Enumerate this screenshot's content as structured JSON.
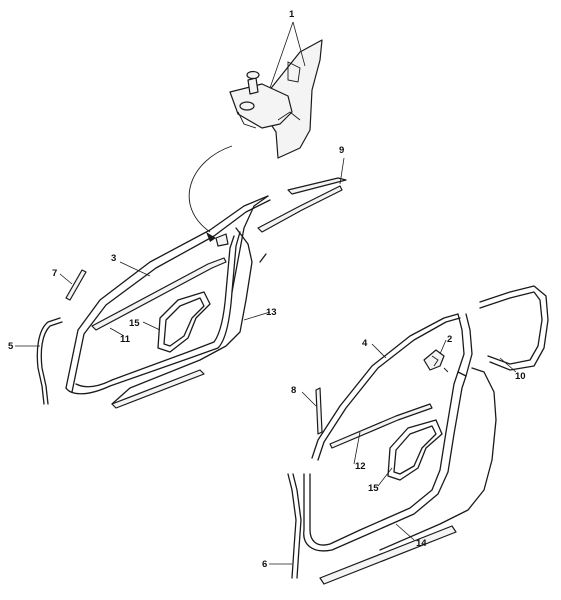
{
  "callouts": {
    "c1": "1",
    "c2": "2",
    "c3": "3",
    "c4": "4",
    "c5": "5",
    "c6": "6",
    "c7": "7",
    "c8": "8",
    "c9": "9",
    "c10": "10",
    "c11": "11",
    "c12": "12",
    "c13": "13",
    "c14": "14",
    "c15a": "15",
    "c15b": "15"
  },
  "colors": {
    "line": "#1a1a1a",
    "part_fill": "#f4f4f4",
    "background": "#ffffff"
  }
}
